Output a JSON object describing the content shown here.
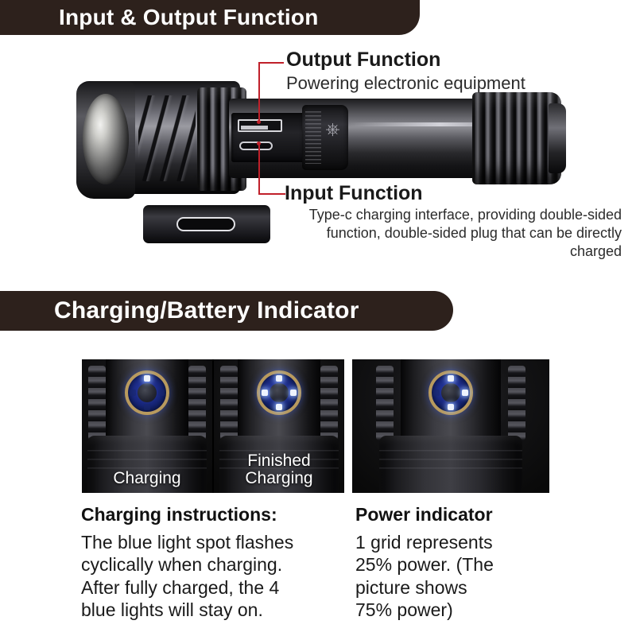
{
  "sections": [
    {
      "id": "input-output",
      "banner": "Input & Output Function"
    },
    {
      "id": "charging-indicator",
      "banner": "Charging/Battery Indicator"
    }
  ],
  "callouts": {
    "output": {
      "title": "Output Function",
      "description": "Powering electronic equipment"
    },
    "input": {
      "title": "Input Function",
      "description": "Type-c charging interface, providing double-sided function, double-sided plug that can be directly charged"
    }
  },
  "product": {
    "photo_name": "flashlight-side-view",
    "usb_a_port": "usb-a-output-port",
    "usb_c_port": "usb-c-input-port",
    "rubber_cover": "port-rubber-flap",
    "inset_name": "usb-c-port-closeup"
  },
  "indicator_panels": [
    {
      "name": "charging",
      "caption_lines": [
        "Charging"
      ],
      "leds_lit": 1,
      "led_states": [
        "on",
        "off",
        "off",
        "off"
      ]
    },
    {
      "name": "finished-charging",
      "caption_lines": [
        "Finished",
        "Charging"
      ],
      "leds_lit": 4,
      "led_states": [
        "on",
        "on",
        "on",
        "on"
      ]
    },
    {
      "name": "power-indicator",
      "caption_lines": [],
      "leds_lit": 3,
      "led_states": [
        "on",
        "on",
        "on",
        "off"
      ]
    }
  ],
  "text_columns": {
    "charging": {
      "title": "Charging instructions:",
      "lines": [
        "The blue light spot flashes",
        "cyclically when charging.",
        "After fully charged, the 4",
        "blue lights will stay on."
      ]
    },
    "power": {
      "title": "Power indicator",
      "lines": [
        "1 grid represents",
        "25% power. (The",
        "picture shows",
        "75% power)"
      ]
    }
  },
  "colors": {
    "banner_background": "#2d211c",
    "banner_text": "#ffffff",
    "leader_line": "#c0202a",
    "led_blue": "#eef3ff",
    "ring_gold": "#b89a5e",
    "bezel_blue": "#1b2a84",
    "page_background": "#ffffff"
  }
}
